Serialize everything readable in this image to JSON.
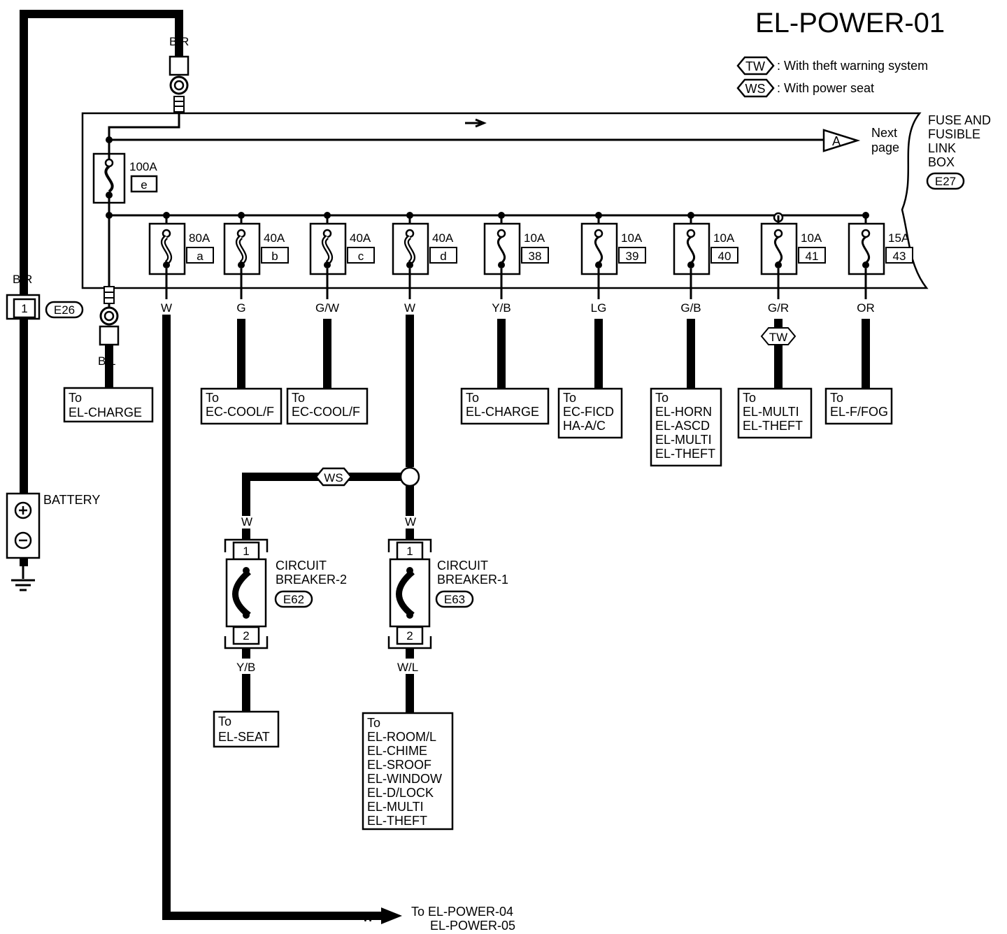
{
  "title": "EL-POWER-01",
  "legend": [
    {
      "tag": "TW",
      "text": ": With theft warning system"
    },
    {
      "tag": "WS",
      "text": ": With power seat"
    }
  ],
  "fuse_box": {
    "name_lines": [
      "FUSE AND",
      "FUSIBLE",
      "LINK",
      "BOX"
    ],
    "connector": "E27",
    "next_marker": "A",
    "next_lines": [
      "Next",
      "page"
    ]
  },
  "battery": {
    "label": "BATTERY",
    "wire_top": "B/R",
    "wire_left": "B/R",
    "connector_pin": "1",
    "connector": "E26"
  },
  "main_link": {
    "rating": "100A",
    "id": "e"
  },
  "charge_tap": {
    "wire": "B/L",
    "dest": [
      "To",
      "EL-CHARGE"
    ]
  },
  "fuses": [
    {
      "rating": "80A",
      "id": "a",
      "wire": "W",
      "dest": []
    },
    {
      "rating": "40A",
      "id": "b",
      "wire": "G",
      "dest": [
        "To",
        "EC-COOL/F"
      ]
    },
    {
      "rating": "40A",
      "id": "c",
      "wire": "G/W",
      "dest": [
        "To",
        "EC-COOL/F"
      ]
    },
    {
      "rating": "40A",
      "id": "d",
      "wire": "W",
      "dest": []
    },
    {
      "rating": "10A",
      "id": "38",
      "wire": "Y/B",
      "dest": [
        "To",
        "EL-CHARGE"
      ]
    },
    {
      "rating": "10A",
      "id": "39",
      "wire": "LG",
      "dest": [
        "To",
        "EC-FICD",
        "HA-A/C"
      ]
    },
    {
      "rating": "10A",
      "id": "40",
      "wire": "G/B",
      "dest": [
        "To",
        "EL-HORN",
        "EL-ASCD",
        "EL-MULTI",
        "EL-THEFT"
      ]
    },
    {
      "rating": "10A",
      "id": "41",
      "wire": "G/R",
      "tag": "TW",
      "dest": [
        "To",
        "EL-MULTI",
        "EL-THEFT"
      ]
    },
    {
      "rating": "15A",
      "id": "43",
      "wire": "OR",
      "dest": [
        "To",
        "EL-F/FOG"
      ]
    }
  ],
  "breaker2": {
    "name_lines": [
      "CIRCUIT",
      "BREAKER-2"
    ],
    "connector": "E62",
    "pin_top": "1",
    "pin_bottom": "2",
    "tag": "WS",
    "wire_in": "W",
    "wire_out": "Y/B",
    "dest": [
      "To",
      "EL-SEAT"
    ]
  },
  "breaker1": {
    "name_lines": [
      "CIRCUIT",
      "BREAKER-1"
    ],
    "connector": "E63",
    "pin_top": "1",
    "pin_bottom": "2",
    "wire_in": "W",
    "wire_out": "W/L",
    "dest": [
      "To",
      "EL-ROOM/L",
      "EL-CHIME",
      "EL-SROOF",
      "EL-WINDOW",
      "EL-D/LOCK",
      "EL-MULTI",
      "EL-THEFT"
    ]
  },
  "bottom_out": {
    "wire": "W",
    "lines": [
      "To EL-POWER-04",
      "EL-POWER-05"
    ]
  }
}
